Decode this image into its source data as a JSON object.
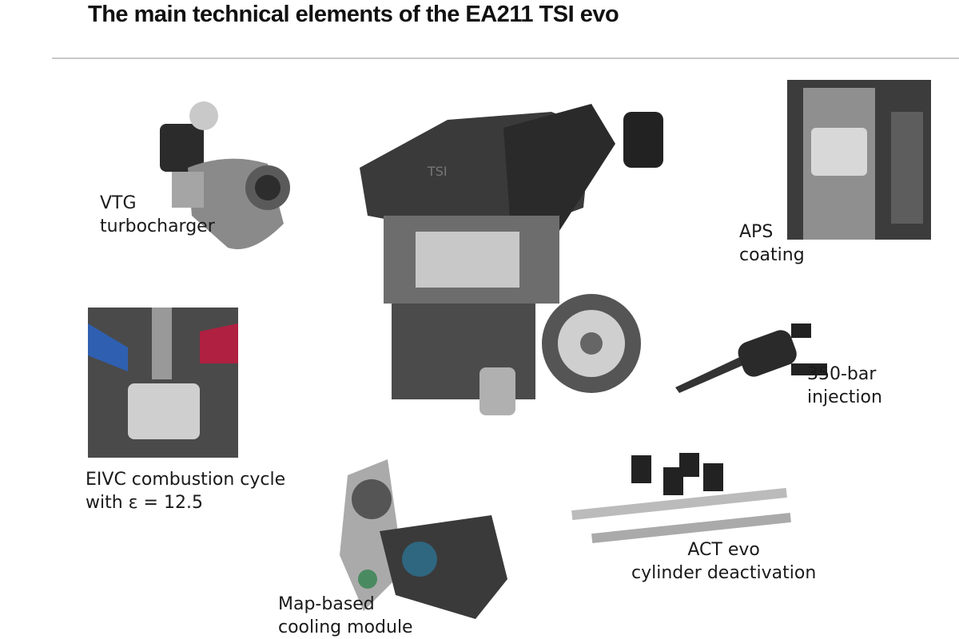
{
  "title": "The main technical elements of the EA211 TSI evo",
  "components": [
    {
      "id": "turbo",
      "lines": [
        "VTG",
        "turbocharger"
      ]
    },
    {
      "id": "aps",
      "lines": [
        "APS",
        "coating"
      ]
    },
    {
      "id": "eivc",
      "lines": [
        "EIVC combustion cycle",
        "with ε = 12.5"
      ]
    },
    {
      "id": "injection",
      "lines": [
        "350-bar",
        "injection"
      ]
    },
    {
      "id": "cooling",
      "lines": [
        "Map-based",
        "cooling module"
      ]
    },
    {
      "id": "act",
      "lines": [
        "ACT evo",
        "cylinder deactivation"
      ]
    }
  ],
  "engine_badge": "TSI"
}
